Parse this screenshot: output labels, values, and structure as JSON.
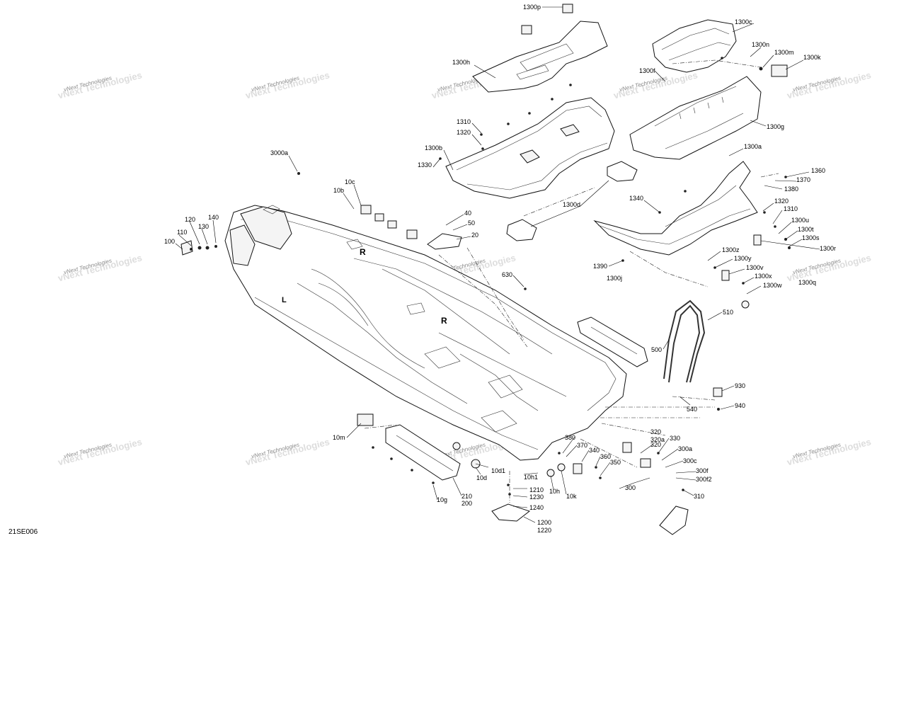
{
  "diagram_code": "21SE006",
  "watermark_text": "vNext Technologies",
  "colors": {
    "line": "#111111",
    "watermark": "#8a8a8a",
    "background": "#ffffff"
  },
  "callouts": {
    "c1300p": "1300p",
    "c1300c": "1300c",
    "c1300n": "1300n",
    "c1300m": "1300m",
    "c1300k": "1300k",
    "c1300h": "1300h",
    "c1300f": "1300f",
    "c1300g": "1300g",
    "c1310a": "1310",
    "c1320a": "1320",
    "c1300b": "1300b",
    "c3000a": "3000a",
    "c1330": "1330",
    "c1300a": "1300a",
    "c1360": "1360",
    "c1370": "1370",
    "c1380": "1380",
    "c10c": "10c",
    "c10b": "10b",
    "c1340": "1340",
    "c1300d": "1300d",
    "c120": "120",
    "c140": "140",
    "c40": "40",
    "c130": "130",
    "c50": "50",
    "c110": "110",
    "c20": "20",
    "c100": "100",
    "c1320b": "1320",
    "c1310b": "1310",
    "c1300u": "1300u",
    "c1300t": "1300t",
    "c1300s": "1300s",
    "c1300r": "1300r",
    "c1300z": "1300z",
    "c1300y": "1300y",
    "c1390": "1390",
    "c1300v": "1300v",
    "c1300j": "1300j",
    "c1300x": "1300x",
    "c1300w": "1300w",
    "c1300q": "1300q",
    "c630": "630",
    "c510": "510",
    "c500": "500",
    "c930": "930",
    "c540": "540",
    "c940": "940",
    "c320": "320",
    "c320a": "320a",
    "c330": "330",
    "c380": "380",
    "c300a": "300a",
    "c370": "370",
    "c10m": "10m",
    "c340": "340",
    "c360": "360",
    "c300c": "300c",
    "c350": "350",
    "c300f": "300f",
    "c300f2": "300f2",
    "c10d1": "10d1",
    "c10h1": "10h1",
    "c300": "300",
    "c10d": "10d",
    "c10h": "10h",
    "c10k": "10k",
    "c1210": "1210",
    "c310": "310",
    "c1230": "1230",
    "c210": "210",
    "c10g": "10g",
    "c200": "200",
    "c1240": "1240",
    "c1200": "1200",
    "c1220": "1220"
  }
}
